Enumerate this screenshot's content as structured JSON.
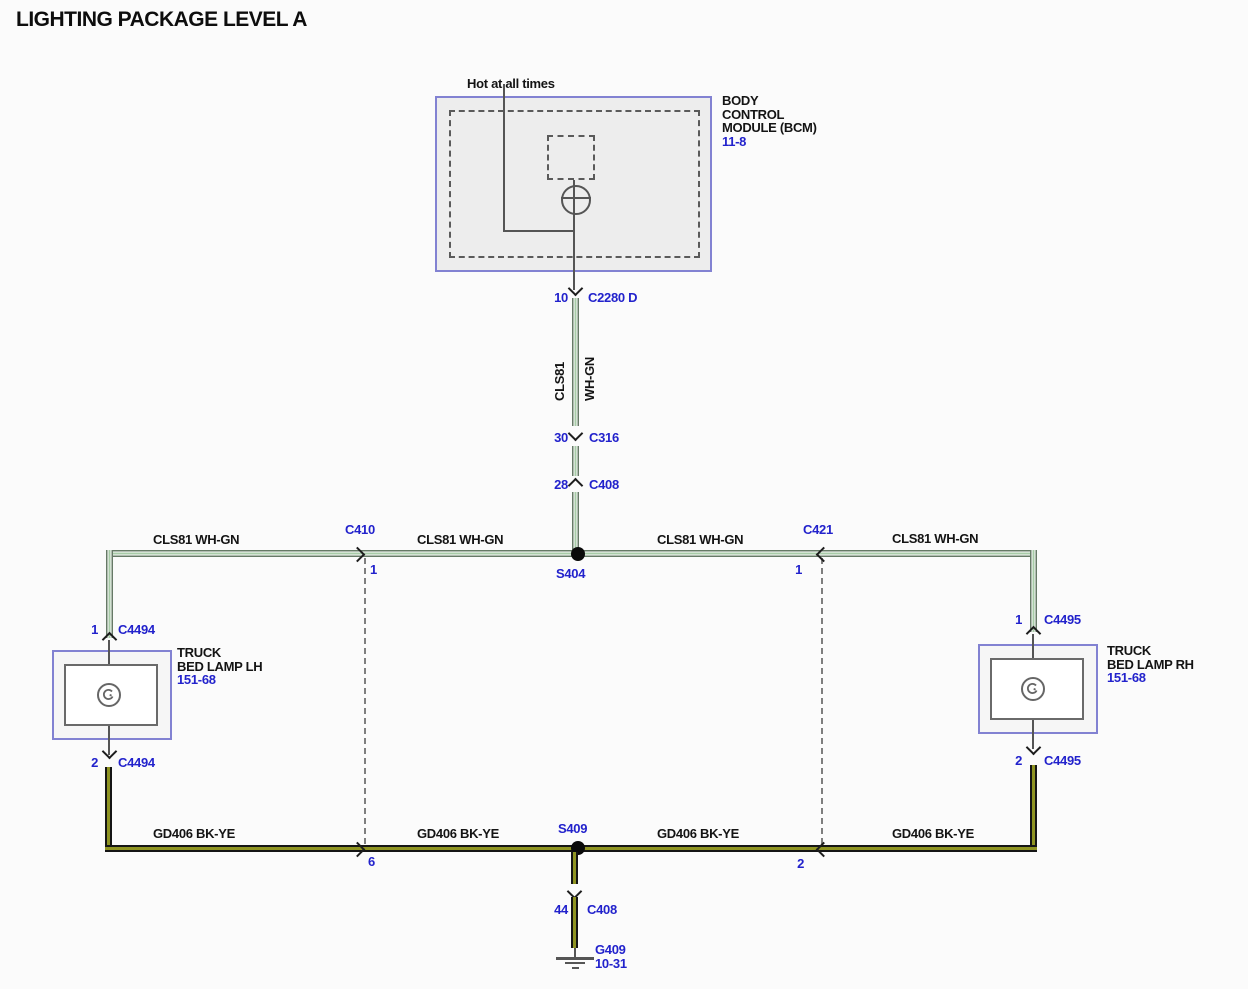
{
  "title": "LIGHTING PACKAGE LEVEL A",
  "bcm": {
    "power_feed": "Hot at all times",
    "name_line1": "BODY",
    "name_line2": "CONTROL",
    "name_line3": "MODULE (BCM)",
    "page_ref": "11-8",
    "output_pin": "10",
    "output_connector": "C2280 D"
  },
  "feed_wire": {
    "circuit": "CLS81",
    "color": "WH-GN",
    "connector1_pin": "30",
    "connector1": "C316",
    "connector2_pin": "28",
    "connector2": "C408"
  },
  "power_bus": {
    "label": "CLS81 WH-GN",
    "splice": "S404",
    "c410": {
      "name": "C410",
      "pin": "1"
    },
    "c421": {
      "name": "C421",
      "pin": "1"
    }
  },
  "ground_bus": {
    "label": "GD406 BK-YE",
    "splice": "S409",
    "c410": {
      "name": "C410",
      "pin": "6"
    },
    "c421": {
      "name": "C421",
      "pin": "2"
    }
  },
  "lamp_left": {
    "name_line1": "TRUCK",
    "name_line2": "BED LAMP LH",
    "page_ref": "151-68",
    "pin_top": "1",
    "pin_bottom": "2",
    "connector": "C4494"
  },
  "lamp_right": {
    "name_line1": "TRUCK",
    "name_line2": "BED LAMP RH",
    "page_ref": "151-68",
    "pin_top": "1",
    "pin_bottom": "2",
    "connector": "C4495"
  },
  "ground": {
    "pin": "44",
    "connector": "C408",
    "name": "G409",
    "page_ref": "10-31"
  },
  "colors": {
    "label_blue": "#2222cc",
    "box_border_blue": "#8282d2",
    "wire_whgn_stripe": "#a8cba8",
    "wire_bkye_stripe": "#8f9422"
  }
}
